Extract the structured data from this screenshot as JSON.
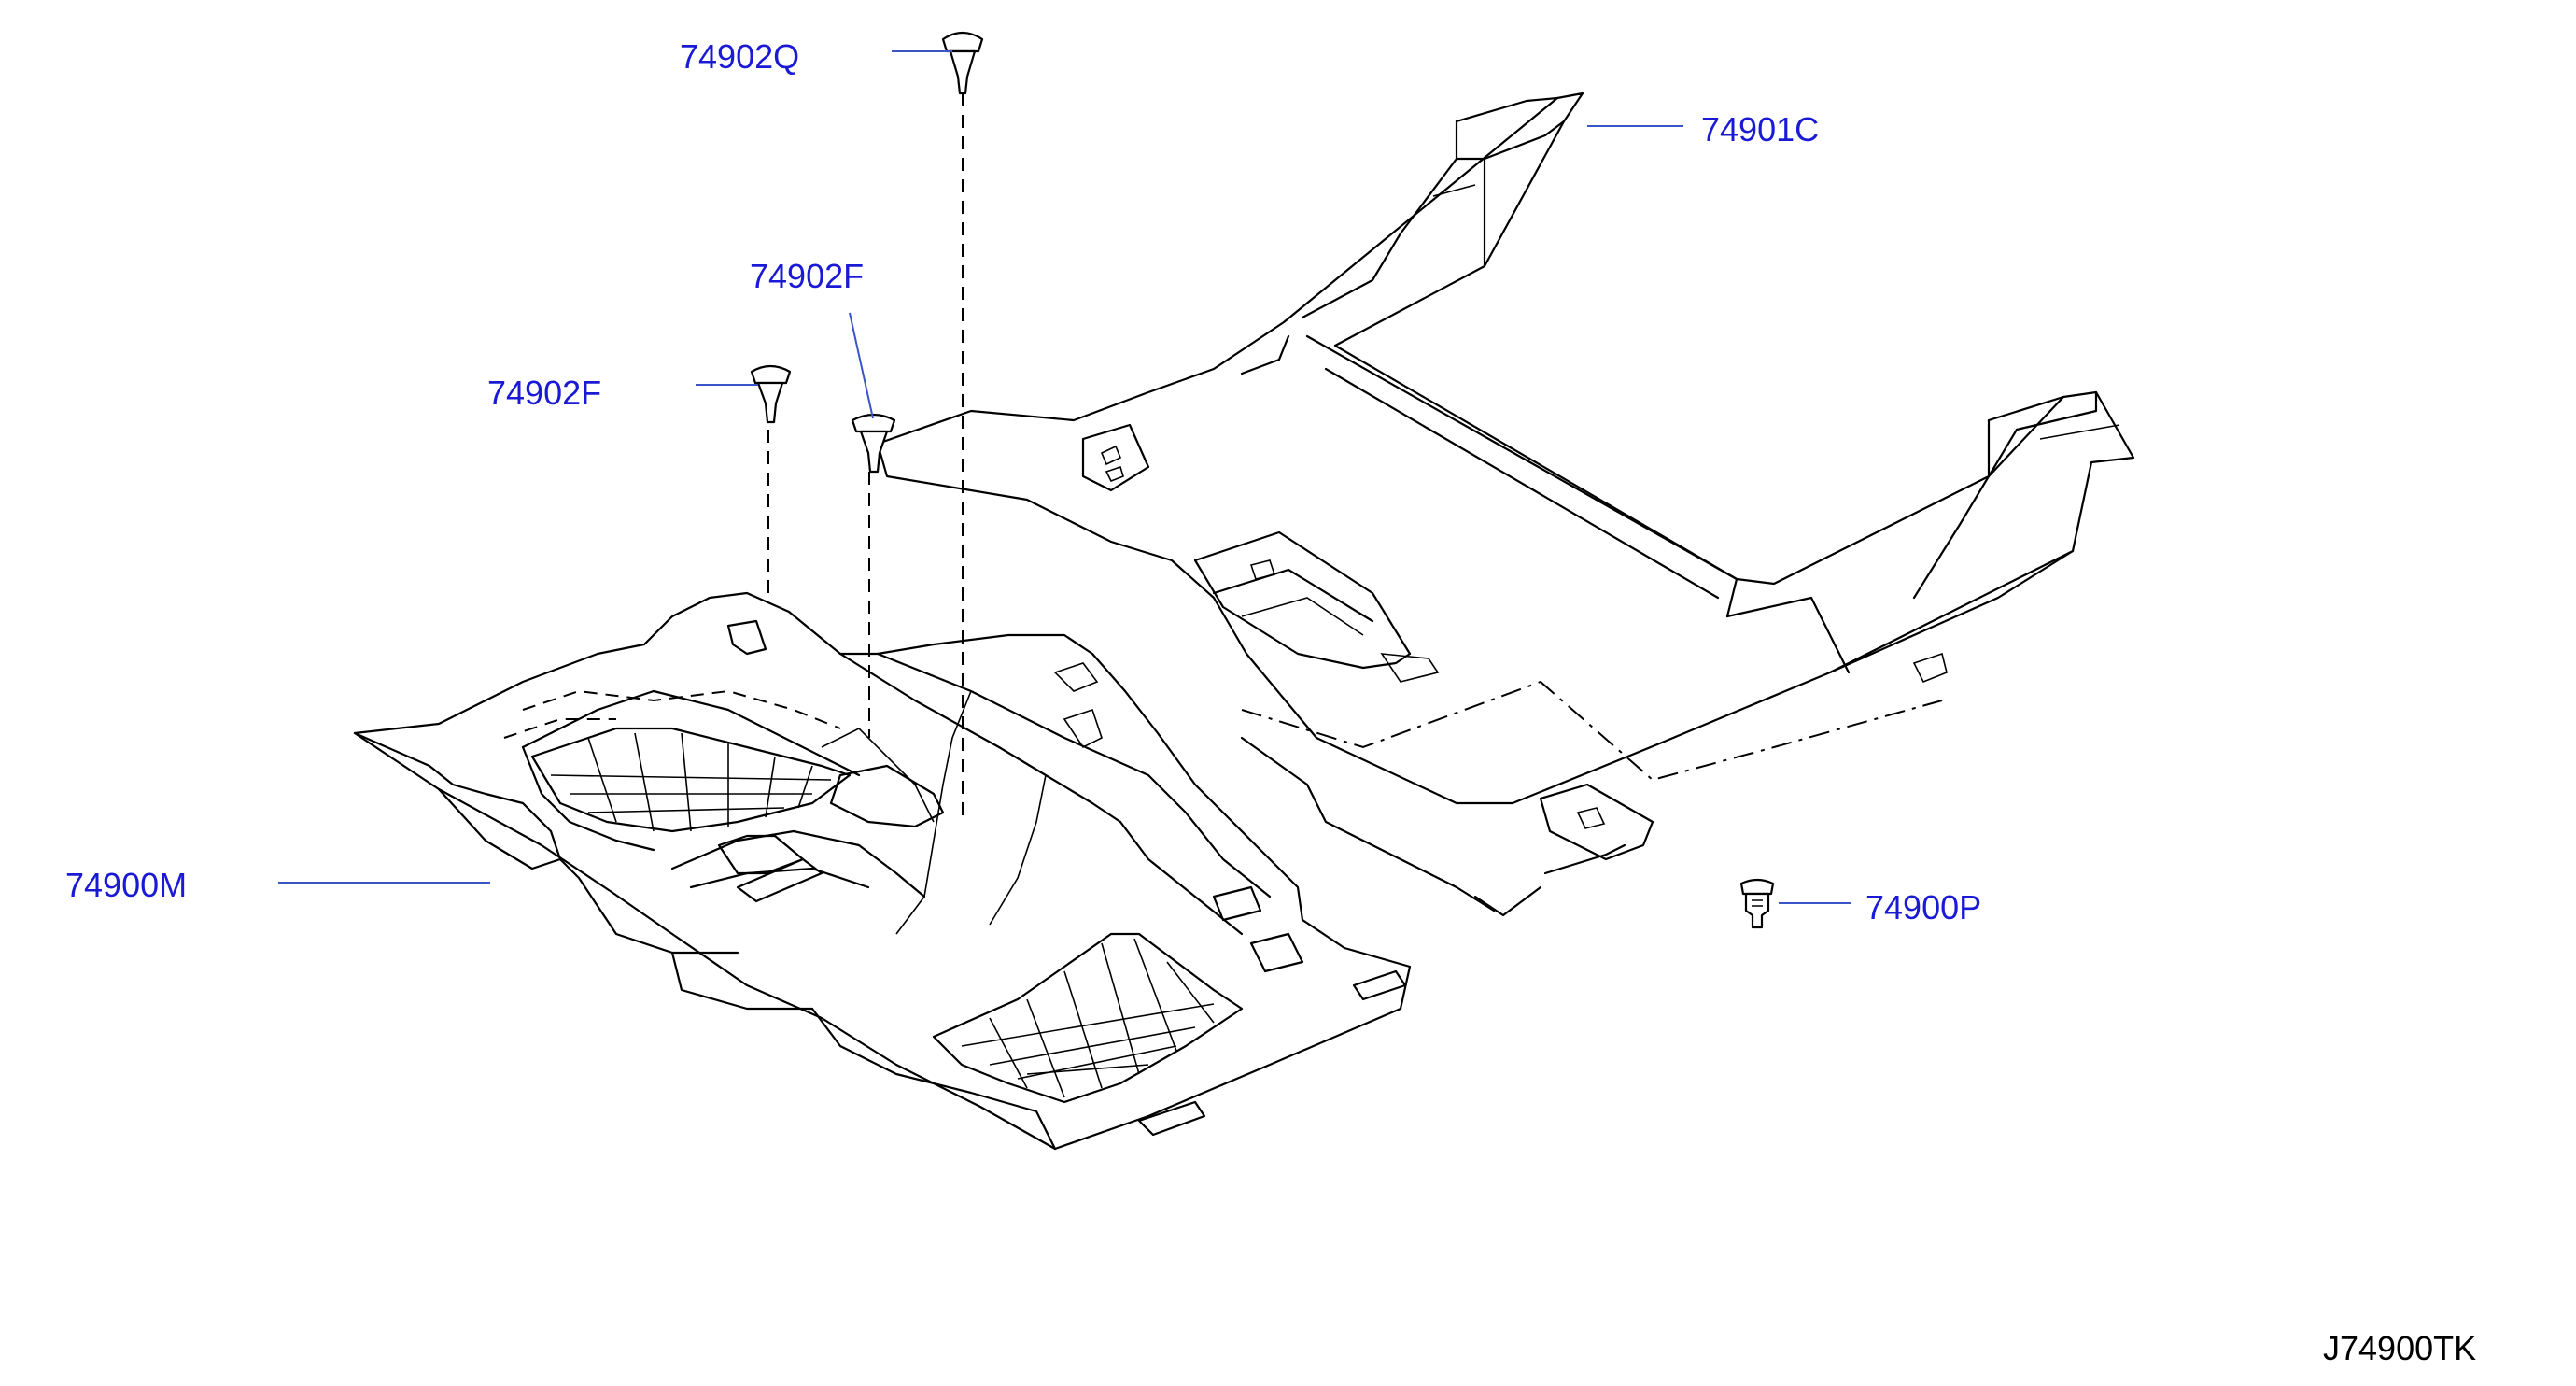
{
  "diagram": {
    "callouts": [
      {
        "key": "c1",
        "label": "74902Q"
      },
      {
        "key": "c2",
        "label": "74901C"
      },
      {
        "key": "c3",
        "label": "74902F"
      },
      {
        "key": "c4",
        "label": "74902F"
      },
      {
        "key": "c5",
        "label": "74900M"
      },
      {
        "key": "c6",
        "label": "74900P"
      }
    ],
    "diagram_id": "J74900TK"
  }
}
